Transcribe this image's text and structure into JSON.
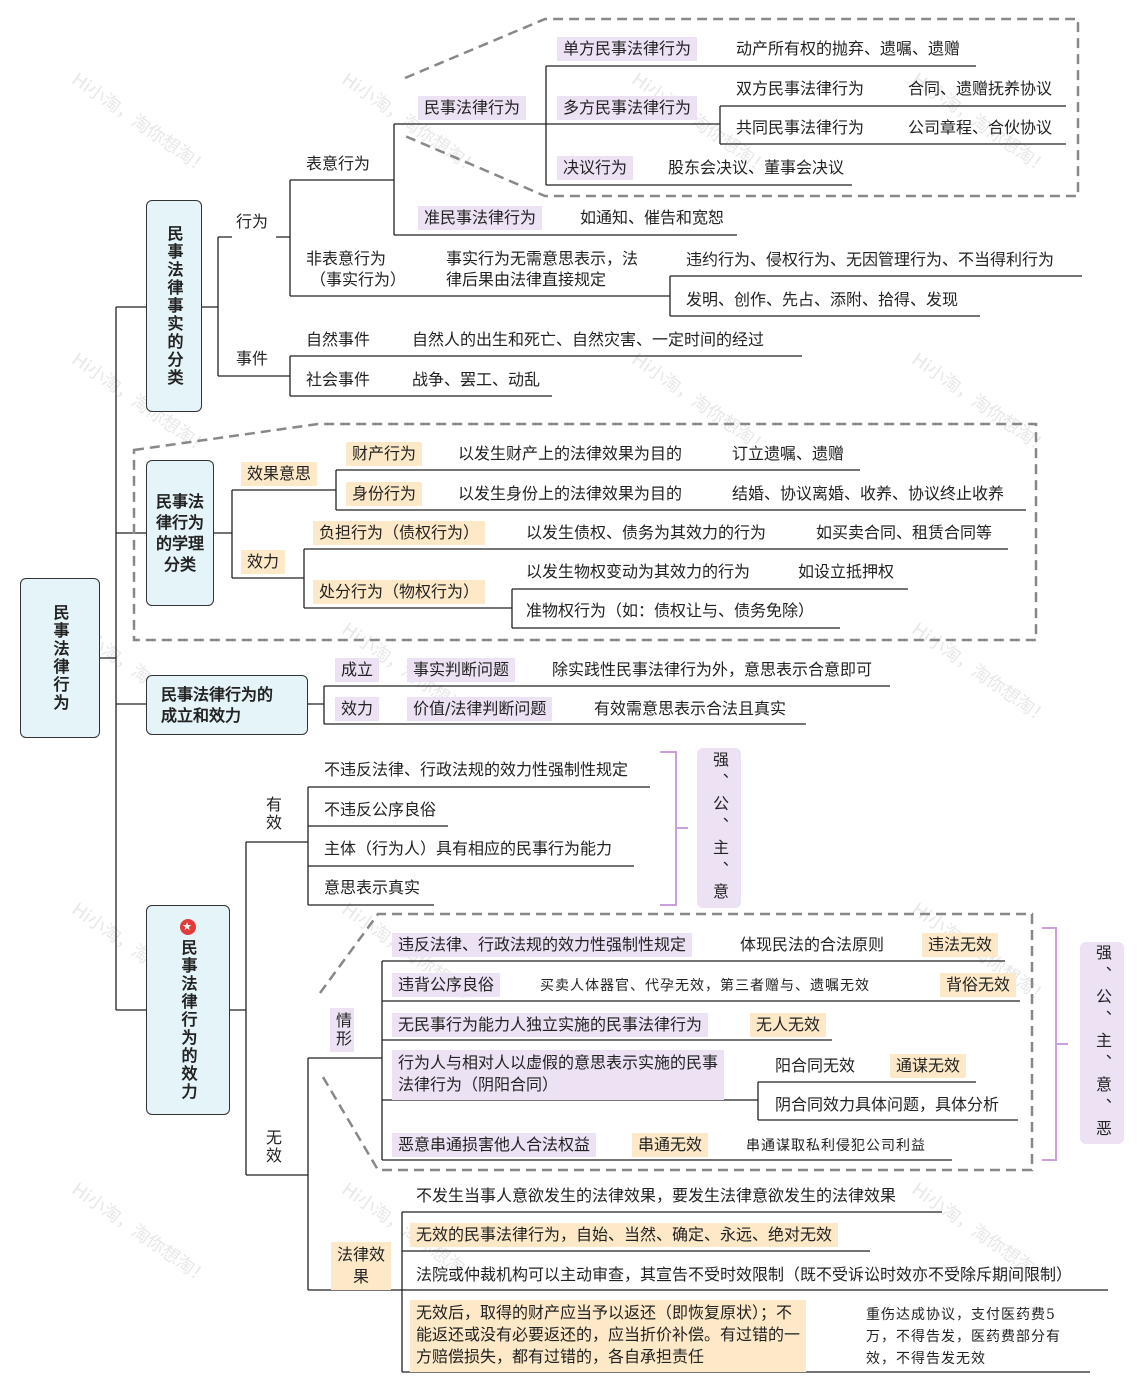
{
  "watermark": "Hi小淘，淘你想淘！",
  "root": "民事法律行为",
  "s1": {
    "title": "民事法律事实的分类",
    "xingwei": "行为",
    "biaoyi": "表意行为",
    "mshx": "民事法律行为",
    "danfang": "单方民事法律行为",
    "danfang_ex": "动产所有权的抛弃、遗嘱、遗赠",
    "duofang": "多方民事法律行为",
    "shuangfang": "双方民事法律行为",
    "shuangfang_ex": "合同、遗赠抚养协议",
    "gongtong": "共同民事法律行为",
    "gongtong_ex": "公司章程、合伙协议",
    "jueyi": "决议行为",
    "jueyi_ex": "股东会决议、董事会决议",
    "zhun": "准民事法律行为",
    "zhun_ex": "如通知、催告和宽恕",
    "feibiaoyi1": "非表意行为",
    "feibiaoyi2": "（事实行为）",
    "shishi_desc1": "事实行为无需意思表示，法",
    "shishi_desc2": "律后果由法律直接规定",
    "shishi_ex1": "违约行为、侵权行为、无因管理行为、不当得利行为",
    "shishi_ex2": "发明、创作、先占、添附、拾得、发现",
    "shijian": "事件",
    "ziran": "自然事件",
    "ziran_ex": "自然人的出生和死亡、自然灾害、一定时间的经过",
    "shehui": "社会事件",
    "shehui_ex": "战争、罢工、动乱"
  },
  "s2": {
    "title": "民事法律行为的学理分类",
    "xiaoguo": "效果意思",
    "caichan": "财产行为",
    "caichan_desc": "以发生财产上的法律效果为目的",
    "caichan_ex": "订立遗嘱、遗赠",
    "shenfen": "身份行为",
    "shenfen_desc": "以发生身份上的法律效果为目的",
    "shenfen_ex": "结婚、协议离婚、收养、协议终止收养",
    "xiaoli": "效力",
    "fudan": "负担行为（债权行为）",
    "fudan_desc": "以发生债权、债务为其效力的行为",
    "fudan_ex": "如买卖合同、租赁合同等",
    "chufen": "处分行为（物权行为）",
    "chufen_desc": "以发生物权变动为其效力的行为",
    "chufen_ex": "如设立抵押权",
    "zhunwuquan": "准物权行为（如：债权让与、债务免除）"
  },
  "s3": {
    "title1": "民事法律行为的",
    "title2": "成立和效力",
    "chengli": "成立",
    "shishi": "事实判断问题",
    "chengli_desc": "除实践性民事法律行为外，意思表示合意即可",
    "xiaoli": "效力",
    "jiazhi": "价值/法律判断问题",
    "xiaoli_desc": "有效需意思表示合法且真实"
  },
  "s4": {
    "title": "民事法律行为的效力",
    "youxiao": "有效",
    "v1": "不违反法律、行政法规的效力性强制性规定",
    "v2": "不违反公序良俗",
    "v3": "主体（行为人）具有相应的民事行为能力",
    "v4": "意思表示真实",
    "mnem1": "强、公、主、意",
    "wuxiao": "无效",
    "qingxing": "情形",
    "q1": "违反法律、行政法规的效力性强制性规定",
    "q1_desc": "体现民法的合法原则",
    "q1_tag": "违法无效",
    "q2": "违背公序良俗",
    "q2_note": "买卖人体器官、代孕无效，第三者赠与、遗嘱无效",
    "q2_tag": "背俗无效",
    "q3": "无民事行为能力人独立实施的民事法律行为",
    "q3_tag": "无人无效",
    "q4a": "行为人与相对人以虚假的意思表示实施的民事",
    "q4b": "法律行为（阴阳合同）",
    "q4_yang": "阳合同无效",
    "q4_tag": "通谋无效",
    "q4_yin": "阴合同效力具体问题，具体分析",
    "q5": "恶意串通损害他人合法权益",
    "q5_tag": "串通无效",
    "q5_note": "串通谋取私利侵犯公司利益",
    "mnem2": "强、公、主、意、恶",
    "falv": "法律效果",
    "e1": "不发生当事人意欲发生的法律效果，要发生法律意欲发生的法律效果",
    "e2": "无效的民事法律行为，自始、当然、确定、永远、绝对无效",
    "e3": "法院或仲裁机构可以主动审查，其宣告不受时效限制（既不受诉讼时效亦不受除斥期间限制）",
    "e4a": "无效后，取得的财产应当予以返还（即恢复原状）；不",
    "e4b": "能返还或没有必要返还的，应当折价补偿。有过错的一",
    "e4c": "方赔偿损失，都有过错的，各自承担责任",
    "note1": "重伤达成协议，支付医药费5",
    "note2": "万，不得告发，医药费部分有",
    "note3": "效，不得告发无效"
  }
}
